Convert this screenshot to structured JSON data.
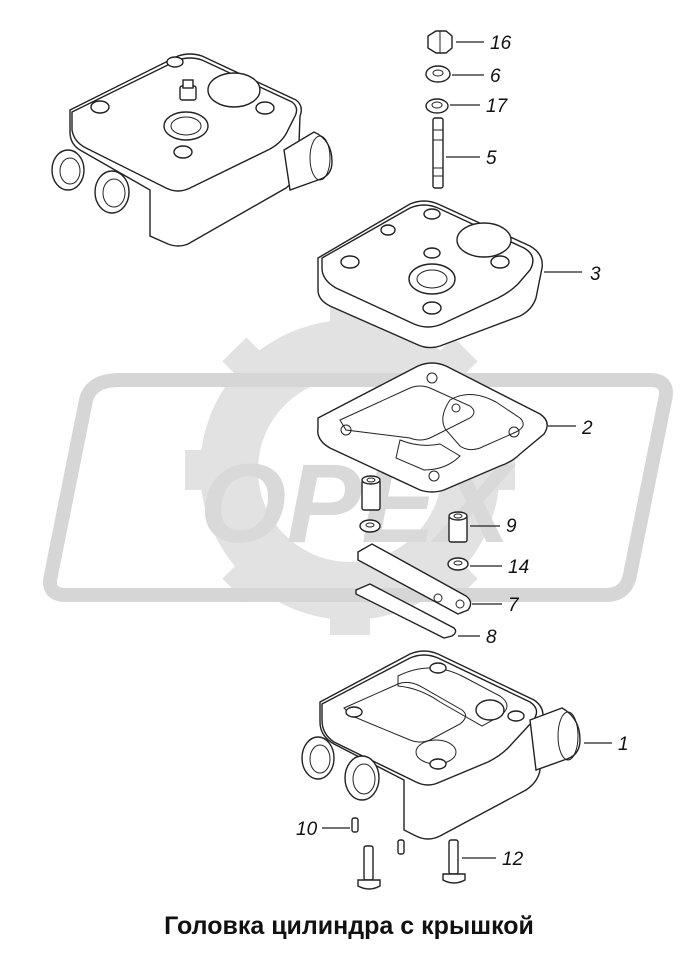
{
  "diagram": {
    "caption": "Головка цилиндра с крышкой",
    "watermark": "OPEX",
    "watermark_color": "#d4d4d4",
    "line_color": "#222222",
    "callouts": [
      {
        "id": "c16",
        "label": "16"
      },
      {
        "id": "c6",
        "label": "6"
      },
      {
        "id": "c17",
        "label": "17"
      },
      {
        "id": "c5",
        "label": "5"
      },
      {
        "id": "c3",
        "label": "3"
      },
      {
        "id": "c2",
        "label": "2"
      },
      {
        "id": "c9",
        "label": "9"
      },
      {
        "id": "c14",
        "label": "14"
      },
      {
        "id": "c7",
        "label": "7"
      },
      {
        "id": "c8",
        "label": "8"
      },
      {
        "id": "c1",
        "label": "1"
      },
      {
        "id": "c10",
        "label": "10"
      },
      {
        "id": "c12",
        "label": "12"
      }
    ]
  }
}
